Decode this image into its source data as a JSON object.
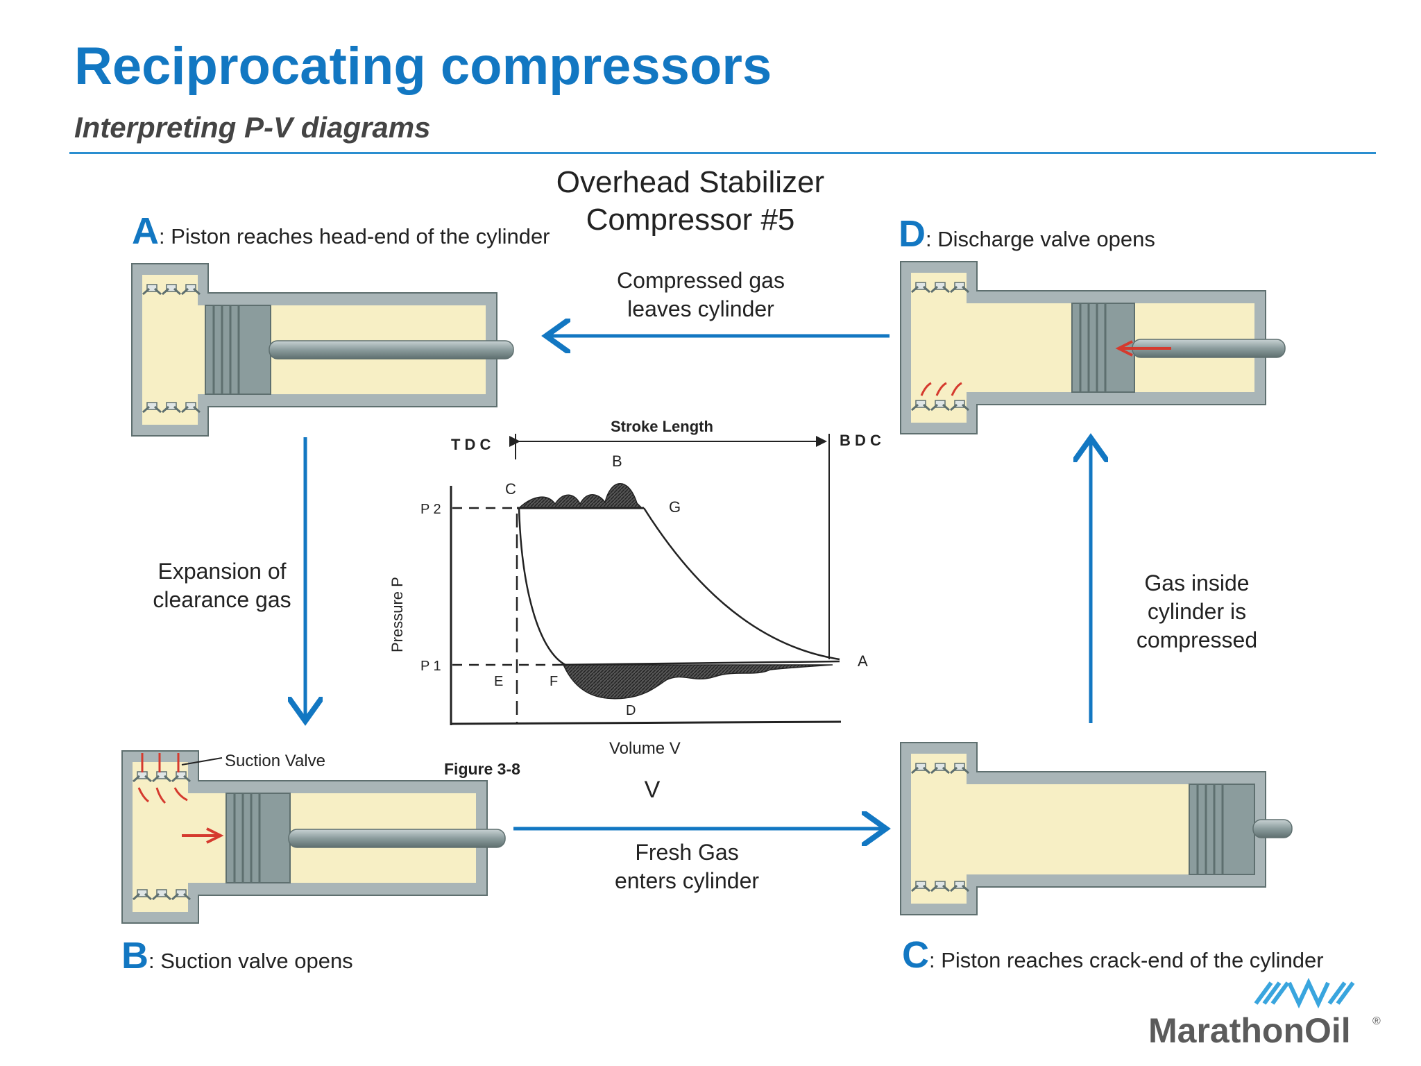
{
  "header": {
    "title": "Reciprocating compressors",
    "subtitle": "Interpreting P-V diagrams"
  },
  "diagram": {
    "heading_line1": "Overhead Stabilizer",
    "heading_line2": "Compressor #5",
    "steps": {
      "a": {
        "letter": "A",
        "text": ": Piston reaches head-end of the cylinder"
      },
      "b": {
        "letter": "B",
        "text": ": Suction valve opens"
      },
      "c": {
        "letter": "C",
        "text": ": Piston reaches crack-end of the cylinder"
      },
      "d": {
        "letter": "D",
        "text": ": Discharge valve opens"
      }
    },
    "transitions": {
      "a_to_b": {
        "line1": "Expansion of",
        "line2": "clearance gas"
      },
      "b_to_c": {
        "line1": "Fresh Gas",
        "line2": "enters cylinder"
      },
      "c_to_d": {
        "line1": "Gas inside",
        "line2": "cylinder is",
        "line3": "compressed"
      },
      "d_to_a": {
        "line1": "Compressed gas",
        "line2": "leaves cylinder"
      }
    },
    "suction_valve_label": "Suction Valve",
    "v_label": "V",
    "pv_figure": {
      "figure_label": "Figure 3-8",
      "stroke_length": "Stroke Length",
      "tdc": "T D C",
      "bdc": "B D C",
      "p2": "P 2",
      "p1": "P 1",
      "ylabel": "Pressure P",
      "xlabel": "Volume V",
      "points": {
        "a": "A",
        "b": "B",
        "c": "C",
        "d": "D",
        "e": "E",
        "f": "F",
        "g": "G"
      }
    }
  },
  "logo": {
    "text": "MarathonOil",
    "registered": "®"
  },
  "colors": {
    "accent": "#1277c2",
    "cylinder_fill": "#f7efc5",
    "metal": "#a9b5b7",
    "metal_dark": "#5e6f6f",
    "arrow": "#1277c2",
    "red_arrow": "#d53a2e",
    "logo_gray": "#5b5b5b",
    "logo_blue": "#39a5de"
  }
}
